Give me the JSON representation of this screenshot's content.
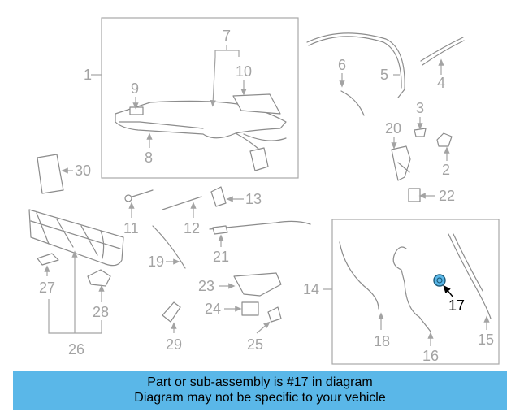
{
  "diagram": {
    "callouts": {
      "c1": "1",
      "c2": "2",
      "c3": "3",
      "c4": "4",
      "c5": "5",
      "c6": "6",
      "c7": "7",
      "c8": "8",
      "c9": "9",
      "c10": "10",
      "c11": "11",
      "c12": "12",
      "c13": "13",
      "c14": "14",
      "c15": "15",
      "c16": "16",
      "c17": "17",
      "c18": "18",
      "c19": "19",
      "c20": "20",
      "c21": "21",
      "c22": "22",
      "c23": "23",
      "c24": "24",
      "c25": "25",
      "c26": "26",
      "c27": "27",
      "c28": "28",
      "c29": "29",
      "c30": "30"
    },
    "highlight_part": "17",
    "colors": {
      "highlight": "#5ab7e8",
      "line": "#8c8c8c",
      "label": "#a3a3a3"
    }
  },
  "banner": {
    "line1": "Part or sub-assembly is #17 in diagram",
    "line2": "Diagram may not be specific to your vehicle",
    "color": "#5ab7e8"
  }
}
